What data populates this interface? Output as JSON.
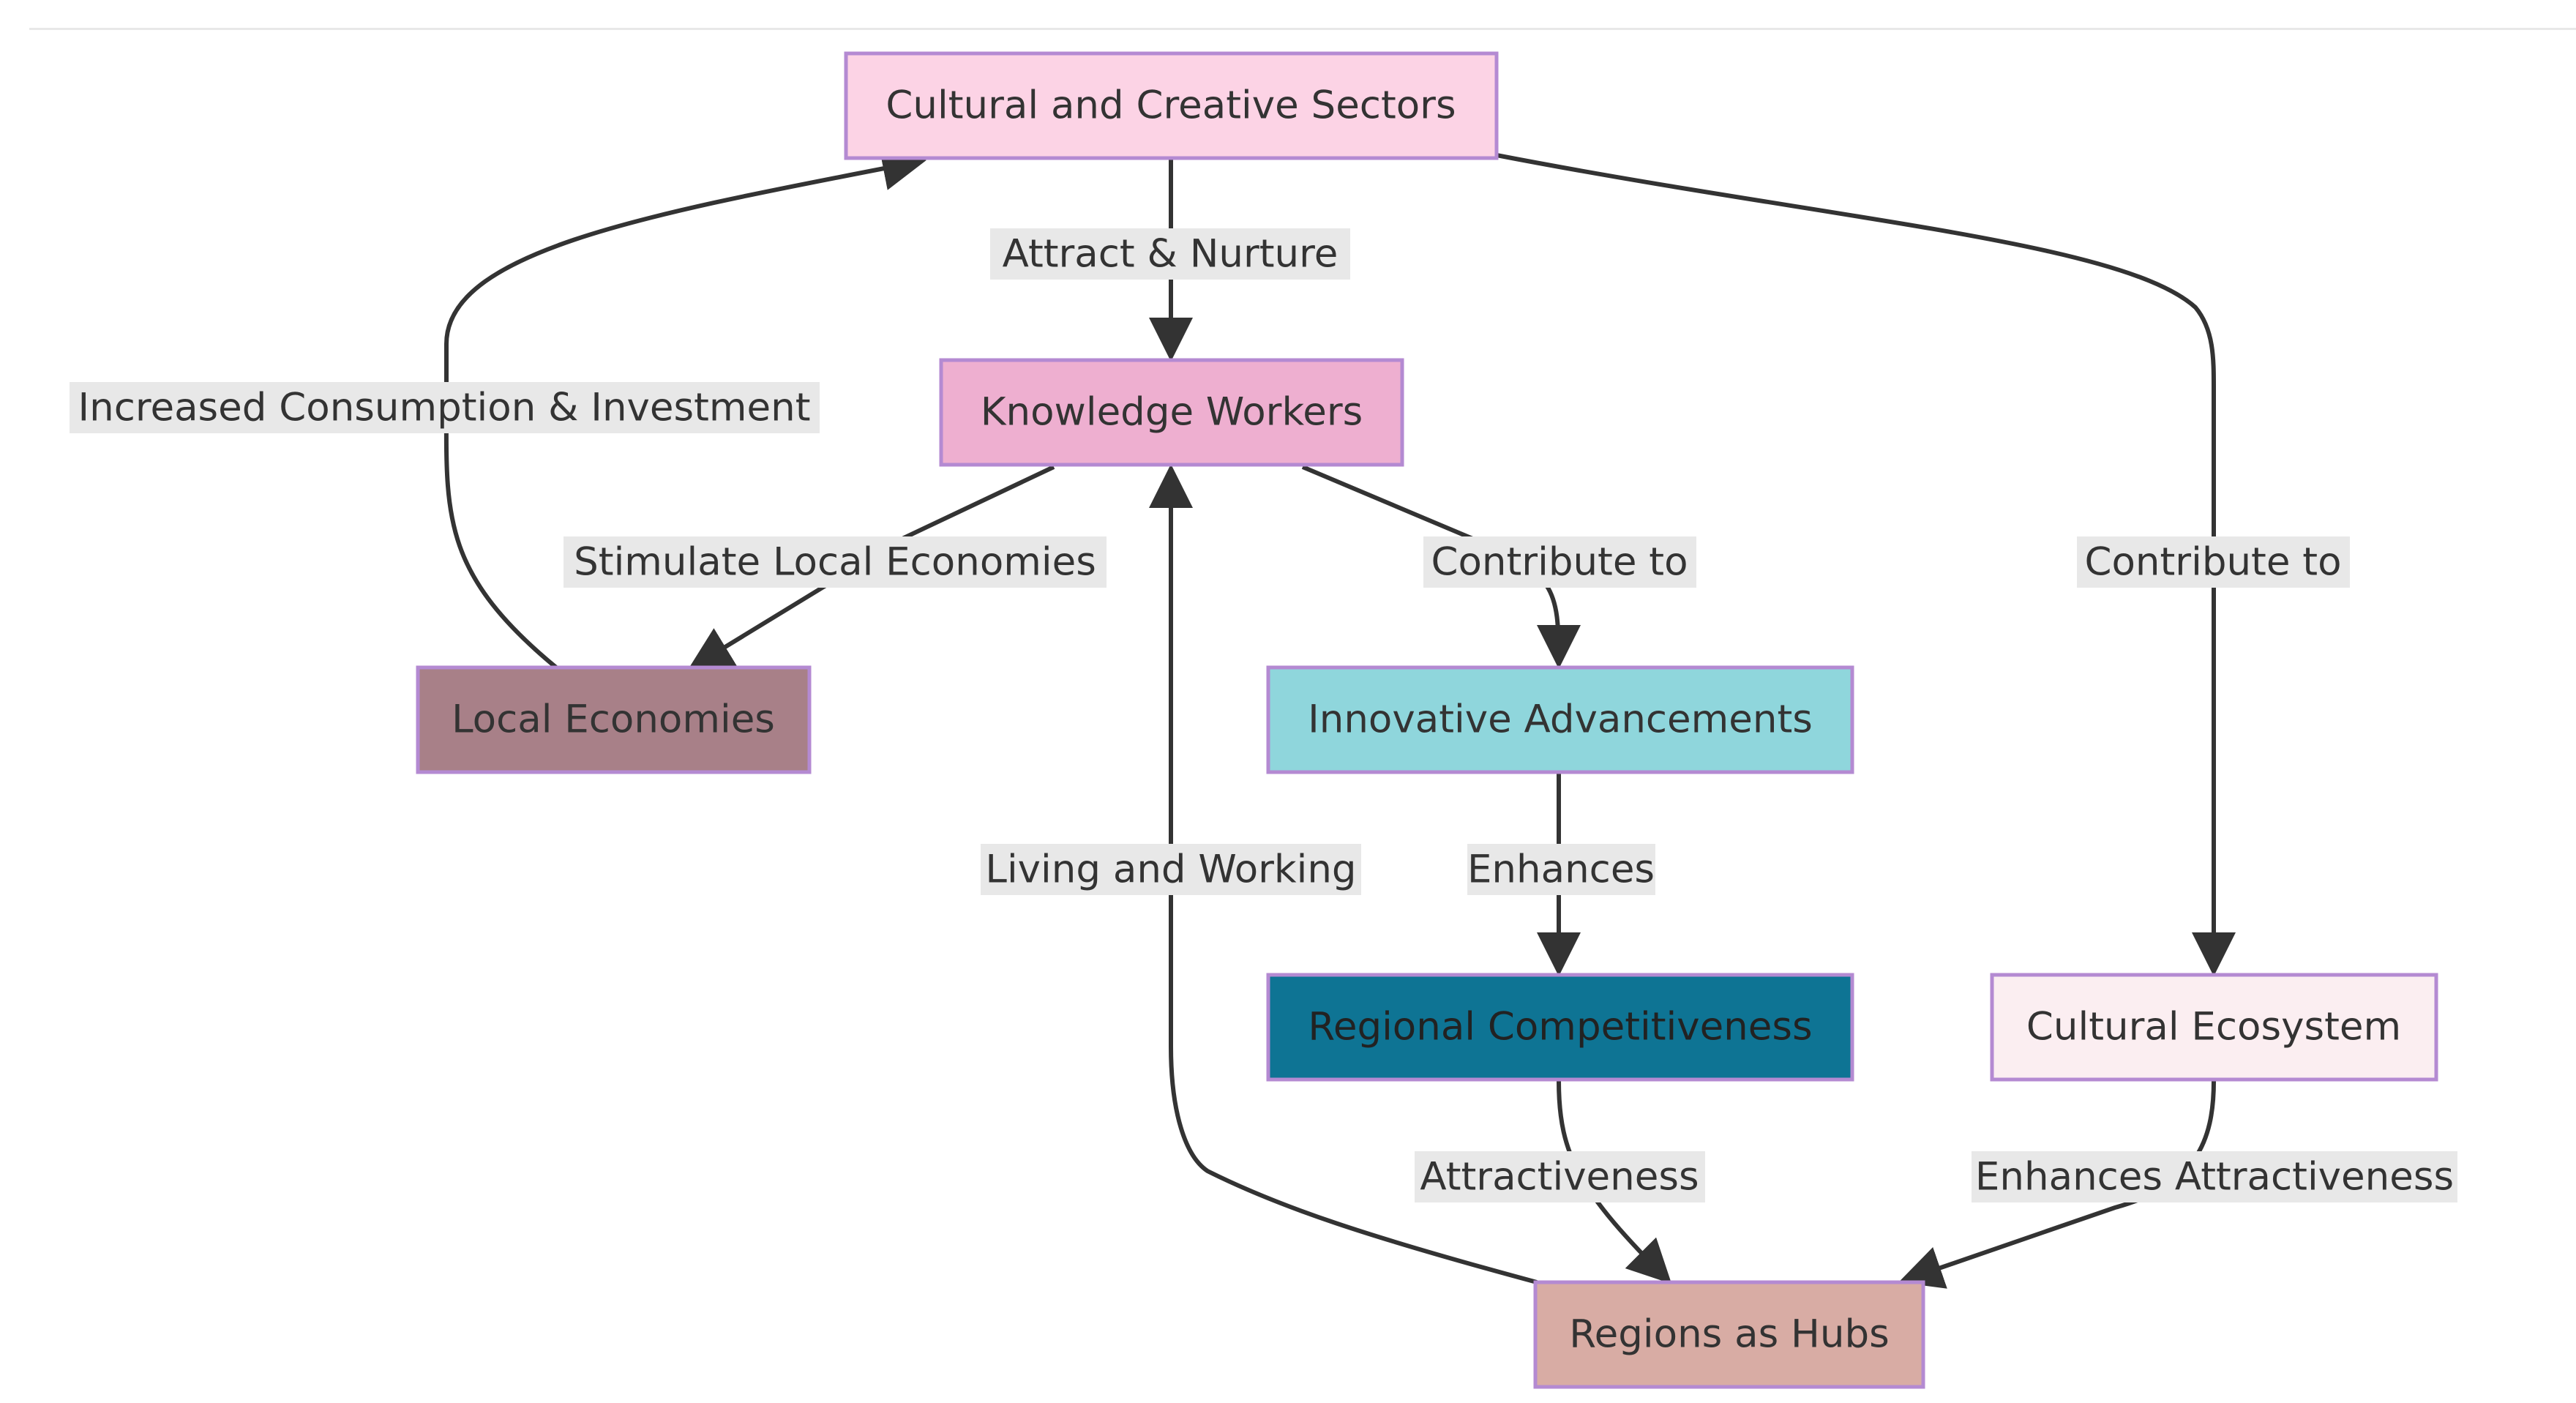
{
  "diagram": {
    "type": "flowchart",
    "nodes": {
      "ccs": {
        "label": "Cultural and Creative Sectors",
        "fill": "#fcd3e5",
        "text_color": "#333333"
      },
      "kw": {
        "label": "Knowledge Workers",
        "fill": "#eeafd0",
        "text_color": "#333333"
      },
      "le": {
        "label": "Local Economies",
        "fill": "#a88088",
        "text_color": "#333333"
      },
      "ia": {
        "label": "Innovative Advancements",
        "fill": "#8fd6dc",
        "text_color": "#333333"
      },
      "rc": {
        "label": "Regional Competitiveness",
        "fill": "#0e7494",
        "text_color": "#222222"
      },
      "ce": {
        "label": "Cultural Ecosystem",
        "fill": "#fbeef1",
        "text_color": "#333333"
      },
      "rh": {
        "label": "Regions as Hubs",
        "fill": "#d8aca4",
        "text_color": "#333333"
      }
    },
    "edges": {
      "ccs_kw": {
        "from": "Cultural and Creative Sectors",
        "to": "Knowledge Workers",
        "label": "Attract & Nurture"
      },
      "le_ccs": {
        "from": "Local Economies",
        "to": "Cultural and Creative Sectors",
        "label": "Increased Consumption & Investment"
      },
      "kw_le": {
        "from": "Knowledge Workers",
        "to": "Local Economies",
        "label": "Stimulate Local Economies"
      },
      "kw_ia": {
        "from": "Knowledge Workers",
        "to": "Innovative Advancements",
        "label": "Contribute to"
      },
      "ccs_ce": {
        "from": "Cultural and Creative Sectors",
        "to": "Cultural Ecosystem",
        "label": "Contribute to"
      },
      "rh_kw": {
        "from": "Regions as Hubs",
        "to": "Knowledge Workers",
        "label": "Living and Working"
      },
      "ia_rc": {
        "from": "Innovative Advancements",
        "to": "Regional Competitiveness",
        "label": "Enhances"
      },
      "rc_rh": {
        "from": "Regional Competitiveness",
        "to": "Regions as Hubs",
        "label": "Attractiveness"
      },
      "ce_rh": {
        "from": "Cultural Ecosystem",
        "to": "Regions as Hubs",
        "label": "Enhances Attractiveness"
      }
    },
    "colors": {
      "edge": "#333333",
      "node_border": "#b48ad2",
      "label_background": "#e8e8e8"
    }
  }
}
